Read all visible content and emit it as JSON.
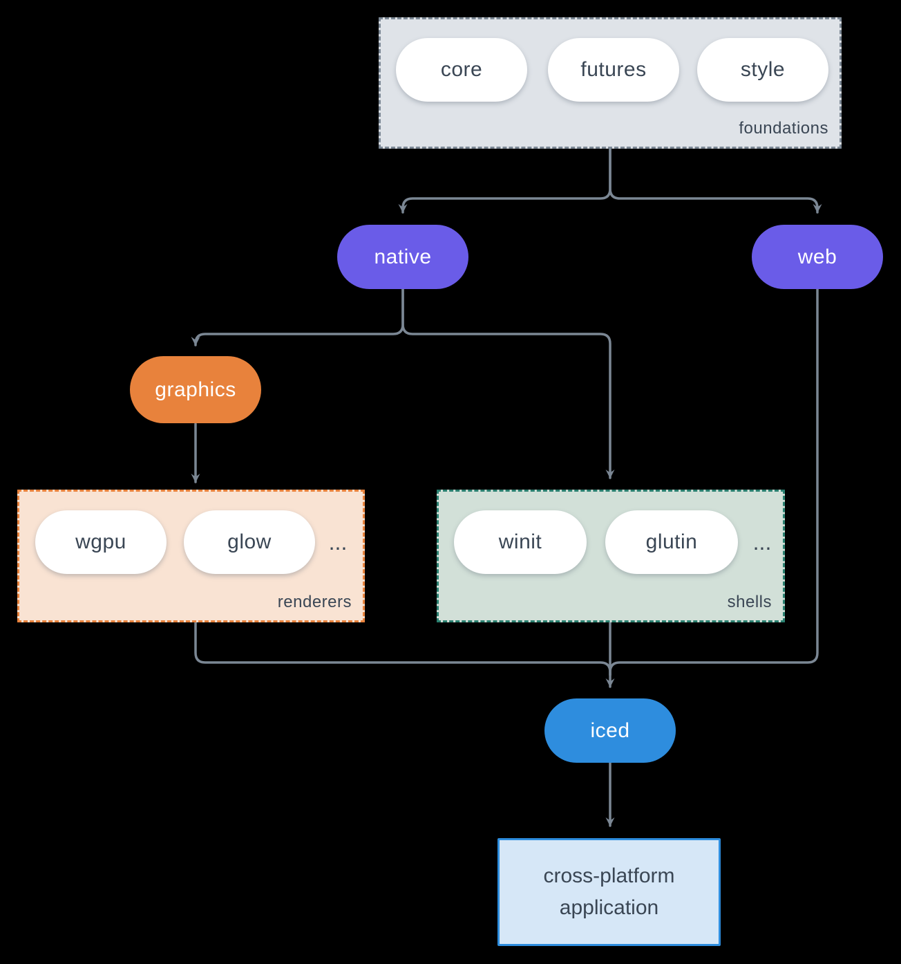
{
  "colors": {
    "background": "#000000",
    "connector": "#7b8794",
    "node_text_dark": "#3a4654",
    "node_text_light": "#ffffff",
    "purple": "#6a5ce8",
    "orange": "#e8823c",
    "blue": "#2e8dde",
    "foundations_fill": "#dfe3e8",
    "foundations_border": "#7b8794",
    "renderers_fill": "#f9e3d3",
    "renderers_border": "#e8823c",
    "shells_fill": "#d2e0d8",
    "shells_border": "#2a8070",
    "app_fill": "#d6e7f7",
    "app_border": "#2e8dde"
  },
  "groups": {
    "foundations": {
      "label": "foundations",
      "pills": [
        "core",
        "futures",
        "style"
      ]
    },
    "renderers": {
      "label": "renderers",
      "pills": [
        "wgpu",
        "glow"
      ],
      "ellipsis": "..."
    },
    "shells": {
      "label": "shells",
      "pills": [
        "winit",
        "glutin"
      ],
      "ellipsis": "..."
    }
  },
  "nodes": {
    "native": "native",
    "web": "web",
    "graphics": "graphics",
    "iced": "iced",
    "application": "cross-platform application"
  }
}
